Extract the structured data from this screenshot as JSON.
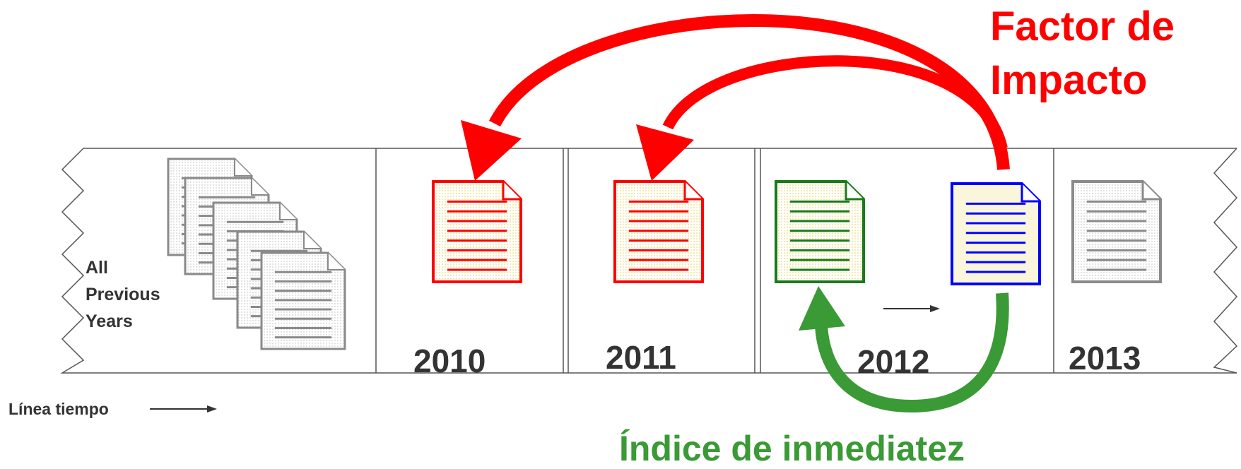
{
  "timeline": {
    "previous_label_line1": "All",
    "previous_label_line2": "Previous",
    "previous_label_line3": "Years",
    "years": [
      "2010",
      "2011",
      "2012",
      "2013"
    ],
    "axis_label": "Línea tiempo"
  },
  "legend": {
    "impact_factor_line1": "Factor de",
    "impact_factor_line2": "Impacto",
    "immediacy_index": "Índice de inmediatez"
  },
  "colors": {
    "impact_factor": "#ff0000",
    "immediacy_index": "#3a9a35",
    "cited_doc": "#ff0000",
    "citing_doc": "#0000ff",
    "same_year_doc": "#1a7a1a",
    "previous_doc": "#8a8a8a",
    "text": "#333333"
  },
  "icons": {
    "document": "document-icon",
    "arrow": "arrow-icon"
  }
}
